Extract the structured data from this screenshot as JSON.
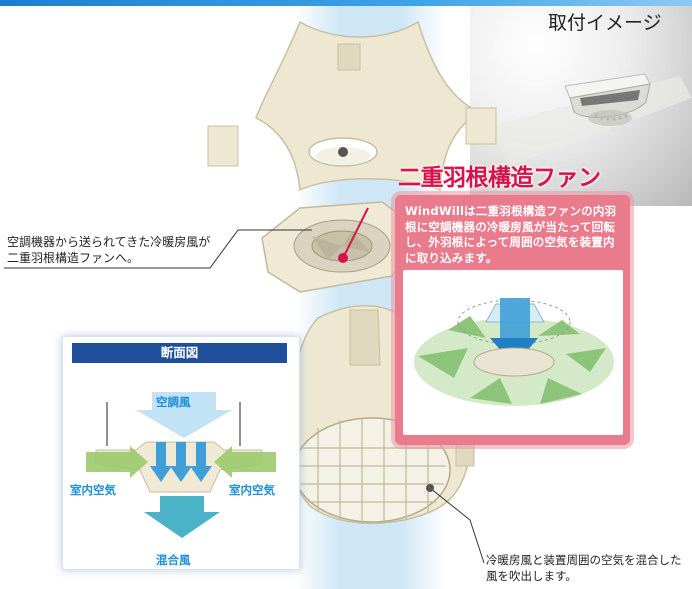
{
  "photo": {
    "label": "取付イメージ"
  },
  "feature": {
    "title": "二重羽根構造ファン",
    "description": "WindWillは二重羽根構造ファンの内羽根に空調機器の冷暖房風が当たって回転し、外羽根によって周囲の空気を装置内に取り込みます。"
  },
  "notes": {
    "inflow": "空調機器から送られてきた冷暖房風が二重羽根構造ファンへ。",
    "outflow": "冷暖房風と装置周囲の空気を混合した風を吹出します。"
  },
  "cross_section": {
    "title": "断面図",
    "top_label": "空調風",
    "left_label": "室内空気",
    "right_label": "室内空気",
    "bottom_label": "混合風"
  },
  "colors": {
    "accent_red": "#d8124a",
    "callout_pink": "#ea7b8d",
    "panel_navy": "#1f4f9a",
    "airflow_blue": "#1f8fd6",
    "room_air_green": "#9cca6e",
    "mixed_air_teal": "#4bb3c8",
    "device_cream": "#eee8d3"
  }
}
